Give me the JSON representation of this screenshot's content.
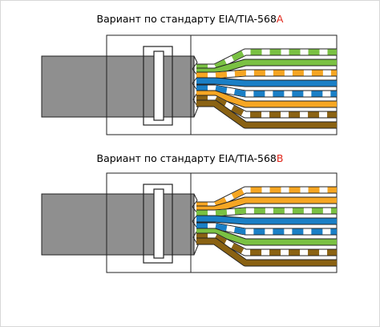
{
  "diagrams": [
    {
      "id": "a",
      "title_prefix": "Вариант по стандарту EIA/TIA-568",
      "title_suffix": "A",
      "wires": [
        {
          "color": "#7ac143",
          "striped": true
        },
        {
          "color": "#7ac143",
          "striped": false
        },
        {
          "color": "#f6a623",
          "striped": true
        },
        {
          "color": "#1a7fc6",
          "striped": false
        },
        {
          "color": "#1a7fc6",
          "striped": true
        },
        {
          "color": "#f6a623",
          "striped": false
        },
        {
          "color": "#8a6213",
          "striped": true
        },
        {
          "color": "#8a6213",
          "striped": false
        }
      ]
    },
    {
      "id": "b",
      "title_prefix": "Вариант по стандарту EIA/TIA-568",
      "title_suffix": "B",
      "wires": [
        {
          "color": "#f6a623",
          "striped": true
        },
        {
          "color": "#f6a623",
          "striped": false
        },
        {
          "color": "#7ac143",
          "striped": true
        },
        {
          "color": "#1a7fc6",
          "striped": false
        },
        {
          "color": "#1a7fc6",
          "striped": true
        },
        {
          "color": "#7ac143",
          "striped": false
        },
        {
          "color": "#8a6213",
          "striped": true
        },
        {
          "color": "#8a6213",
          "striped": false
        }
      ]
    }
  ],
  "colors": {
    "cable_gray": "#8f8f8f",
    "outline": "#222222",
    "title_accent": "#e0261a"
  }
}
